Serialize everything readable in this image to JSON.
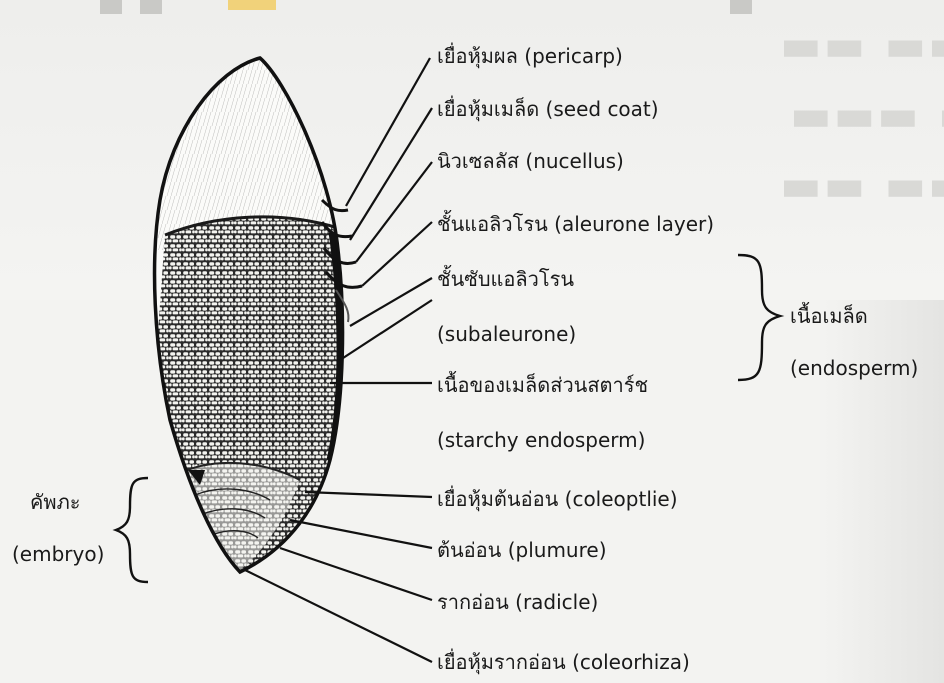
{
  "labels": {
    "pericarp": "เยื่อหุ้มผล (pericarp)",
    "seed_coat": "เยื่อหุ้มเมล็ด (seed coat)",
    "nucellus": "นิวเซลลัส (nucellus)",
    "aleurone": "ชั้นแอลิวโรน (aleurone layer)",
    "subaleurone_th": "ชั้นซับแอลิวโรน",
    "subaleurone_en": "(subaleurone)",
    "starchy_th": "เนื้อของเมล็ดส่วนสตาร์ช",
    "starchy_en": "(starchy endosperm)",
    "coleoptile": "เยื่อหุ้มต้นอ่อน (coleoptlie)",
    "plumule": "ต้นอ่อน (plumure)",
    "radicle": "รากอ่อน (radicle)",
    "coleorhiza": "เยื่อหุ้มรากอ่อน (coleorhiza)",
    "endosperm_th": "เนื้อเมล็ด",
    "endosperm_en": "(endosperm)",
    "embryo_th": "คัพภะ",
    "embryo_en": "(embryo)"
  }
}
